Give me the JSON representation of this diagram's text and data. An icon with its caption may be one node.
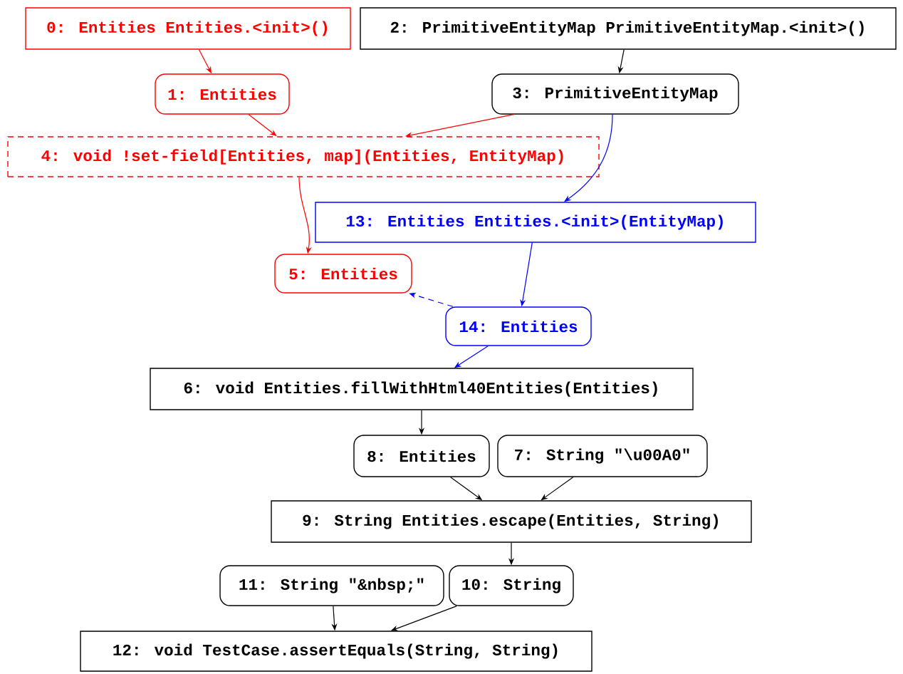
{
  "diagram": {
    "nodes": [
      {
        "text": [
          "0: Entities Entities.<init>()"
        ]
      },
      {
        "text": [
          "1: Entities"
        ]
      },
      {
        "text": [
          "2: PrimitiveEntityMap PrimitiveEntityMap.<init>()"
        ]
      },
      {
        "text": [
          "3: PrimitiveEntityMap"
        ]
      },
      {
        "text": [
          "4: void !set-field[Entities, map](Entities, EntityMap)"
        ]
      },
      {
        "text": [
          "5: Entities"
        ]
      },
      {
        "text": [
          "6: void Entities.fillWithHtml40Entities(Entities)"
        ]
      },
      {
        "text": [
          "7: String \"\\u00A0\""
        ]
      },
      {
        "text": [
          "8: Entities"
        ]
      },
      {
        "text": [
          "9: String Entities.escape(Entities, String)"
        ]
      },
      {
        "text": [
          "10: String"
        ]
      },
      {
        "text": [
          "11: String \"&nbsp;\""
        ]
      },
      {
        "text": [
          "12: void TestCase.assertEquals(String, String)"
        ]
      },
      {
        "text": [
          "13: Entities Entities.<init>(EntityMap)"
        ]
      },
      {
        "text": [
          "14: Entities"
        ]
      }
    ],
    "edges": [
      {
        "from": 0,
        "to": 1,
        "arrow": "to",
        "color": "#ff0000"
      },
      {
        "from": 2,
        "to": 3,
        "arrow": "to"
      },
      {
        "from": 1,
        "to": 4,
        "arrow": "to",
        "color": "#ff0000"
      },
      {
        "from": 3,
        "to": 4,
        "arrow": "to",
        "color": "#ff0000"
      },
      {
        "from": 3,
        "to": 13,
        "arrow": "to",
        "color": "#0000ff"
      },
      {
        "from": 4,
        "to": 5,
        "arrow": "to",
        "color": "#ff0000"
      },
      {
        "from": 13,
        "to": 14,
        "arrow": "to",
        "color": "#0000ff"
      },
      {
        "from": 14,
        "to": 5,
        "arrow": "to",
        "color": "#0000ff",
        "style": "dashed"
      },
      {
        "from": 14,
        "to": 6,
        "arrow": "to",
        "color": "#0000ff"
      },
      {
        "from": 6,
        "to": 8,
        "arrow": "to"
      },
      {
        "from": 8,
        "to": 9,
        "arrow": "to"
      },
      {
        "from": 7,
        "to": 9,
        "arrow": "to"
      },
      {
        "from": 9,
        "to": 10,
        "arrow": "to"
      },
      {
        "from": 11,
        "to": 12,
        "arrow": "to"
      },
      {
        "from": 10,
        "to": 12,
        "arrow": "to"
      }
    ]
  }
}
